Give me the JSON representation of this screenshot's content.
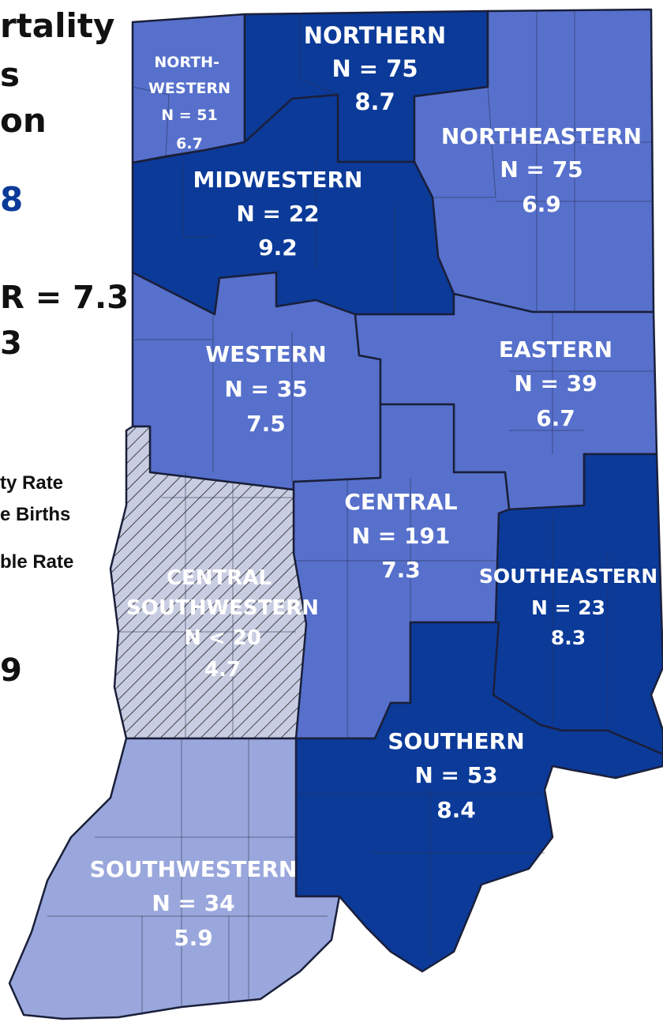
{
  "colors": {
    "dark": "#0b3a99",
    "medium": "#5670cc",
    "light": "#9aa7dc",
    "hatch_bg": "#c8cde2",
    "hatch_line": "#222222"
  },
  "side_fragments": [
    {
      "id": "frag-1",
      "text": "rtality"
    },
    {
      "id": "frag-2",
      "text": "s"
    },
    {
      "id": "frag-3",
      "text": "on"
    },
    {
      "id": "frag-4",
      "text": "8"
    },
    {
      "id": "frag-5",
      "text": "R = 7.3"
    },
    {
      "id": "frag-6",
      "text": "3"
    },
    {
      "id": "frag-7",
      "text": "ty Rate"
    },
    {
      "id": "frag-8",
      "text": "e Births"
    },
    {
      "id": "frag-9",
      "text": "ble Rate"
    },
    {
      "id": "frag-10",
      "text": "9"
    }
  ],
  "regions": {
    "northwestern": {
      "name": "NORTH-\nWESTERN",
      "n": "N = 51",
      "rate": "6.7",
      "shade": "medium"
    },
    "northern": {
      "name": "NORTHERN",
      "n": "N = 75",
      "rate": "8.7",
      "shade": "dark"
    },
    "northeastern": {
      "name": "NORTHEASTERN",
      "n": "N = 75",
      "rate": "6.9",
      "shade": "medium"
    },
    "midwestern": {
      "name": "MIDWESTERN",
      "n": "N = 22",
      "rate": "9.2",
      "shade": "dark"
    },
    "western": {
      "name": "WESTERN",
      "n": "N = 35",
      "rate": "7.5",
      "shade": "medium"
    },
    "eastern": {
      "name": "EASTERN",
      "n": "N = 39",
      "rate": "6.7",
      "shade": "medium"
    },
    "central": {
      "name": "CENTRAL",
      "n": "N = 191",
      "rate": "7.3",
      "shade": "medium"
    },
    "southeastern": {
      "name": "SOUTHEASTERN",
      "n": "N = 23",
      "rate": "8.3",
      "shade": "dark"
    },
    "central_southwestern": {
      "name": "CENTRAL\nSOUTHWESTERN",
      "n": "N < 20",
      "rate": "4.7",
      "shade": "hatched"
    },
    "southern": {
      "name": "SOUTHERN",
      "n": "N = 53",
      "rate": "8.4",
      "shade": "dark"
    },
    "southwestern": {
      "name": "SOUTHWESTERN",
      "n": "N = 34",
      "rate": "5.9",
      "shade": "light"
    }
  }
}
